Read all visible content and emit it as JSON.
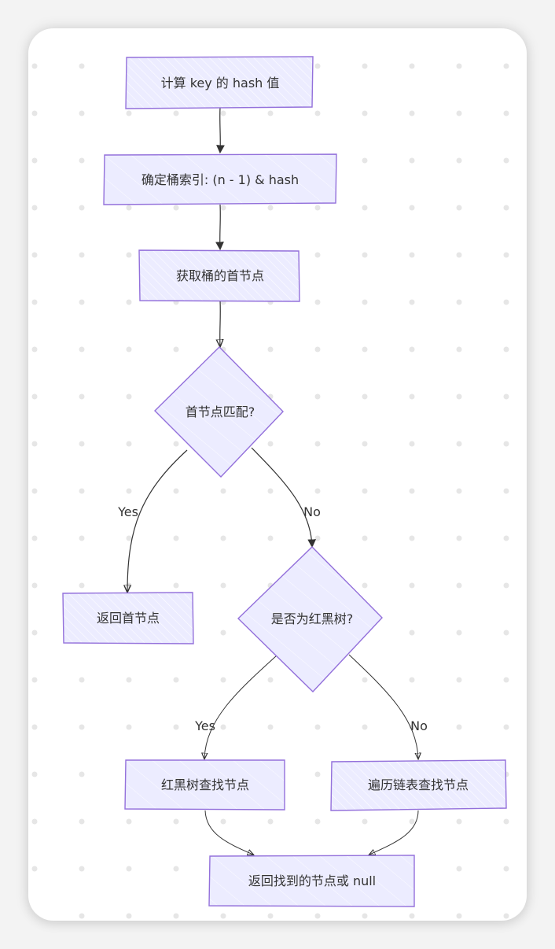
{
  "diagram": {
    "type": "flowchart",
    "style": "hand-drawn",
    "colors": {
      "node_fill": "#ECECFF",
      "node_stroke": "#9370DB",
      "edge": "#333333",
      "text": "#333333",
      "grid_dot": "#E6E6E6",
      "canvas": "#FFFFFF"
    },
    "nodes": [
      {
        "id": "hash",
        "shape": "rect",
        "label": "计算 key 的 hash 值"
      },
      {
        "id": "index",
        "shape": "rect",
        "label": "确定桶索引: (n - 1) & hash"
      },
      {
        "id": "first",
        "shape": "rect",
        "label": "获取桶的首节点"
      },
      {
        "id": "match",
        "shape": "diamond",
        "label": "首节点匹配?"
      },
      {
        "id": "retFirst",
        "shape": "rect",
        "label": "返回首节点"
      },
      {
        "id": "isTree",
        "shape": "diamond",
        "label": "是否为红黑树?"
      },
      {
        "id": "treeFind",
        "shape": "rect",
        "label": "红黑树查找节点"
      },
      {
        "id": "listFind",
        "shape": "rect",
        "label": "遍历链表查找节点"
      },
      {
        "id": "ret",
        "shape": "rect",
        "label": "返回找到的节点或 null"
      }
    ],
    "edges": [
      {
        "from": "hash",
        "to": "index",
        "label": ""
      },
      {
        "from": "index",
        "to": "first",
        "label": ""
      },
      {
        "from": "first",
        "to": "match",
        "label": ""
      },
      {
        "from": "match",
        "to": "retFirst",
        "label": "Yes"
      },
      {
        "from": "match",
        "to": "isTree",
        "label": "No"
      },
      {
        "from": "isTree",
        "to": "treeFind",
        "label": "Yes"
      },
      {
        "from": "isTree",
        "to": "listFind",
        "label": "No"
      },
      {
        "from": "treeFind",
        "to": "ret",
        "label": ""
      },
      {
        "from": "listFind",
        "to": "ret",
        "label": ""
      }
    ]
  }
}
